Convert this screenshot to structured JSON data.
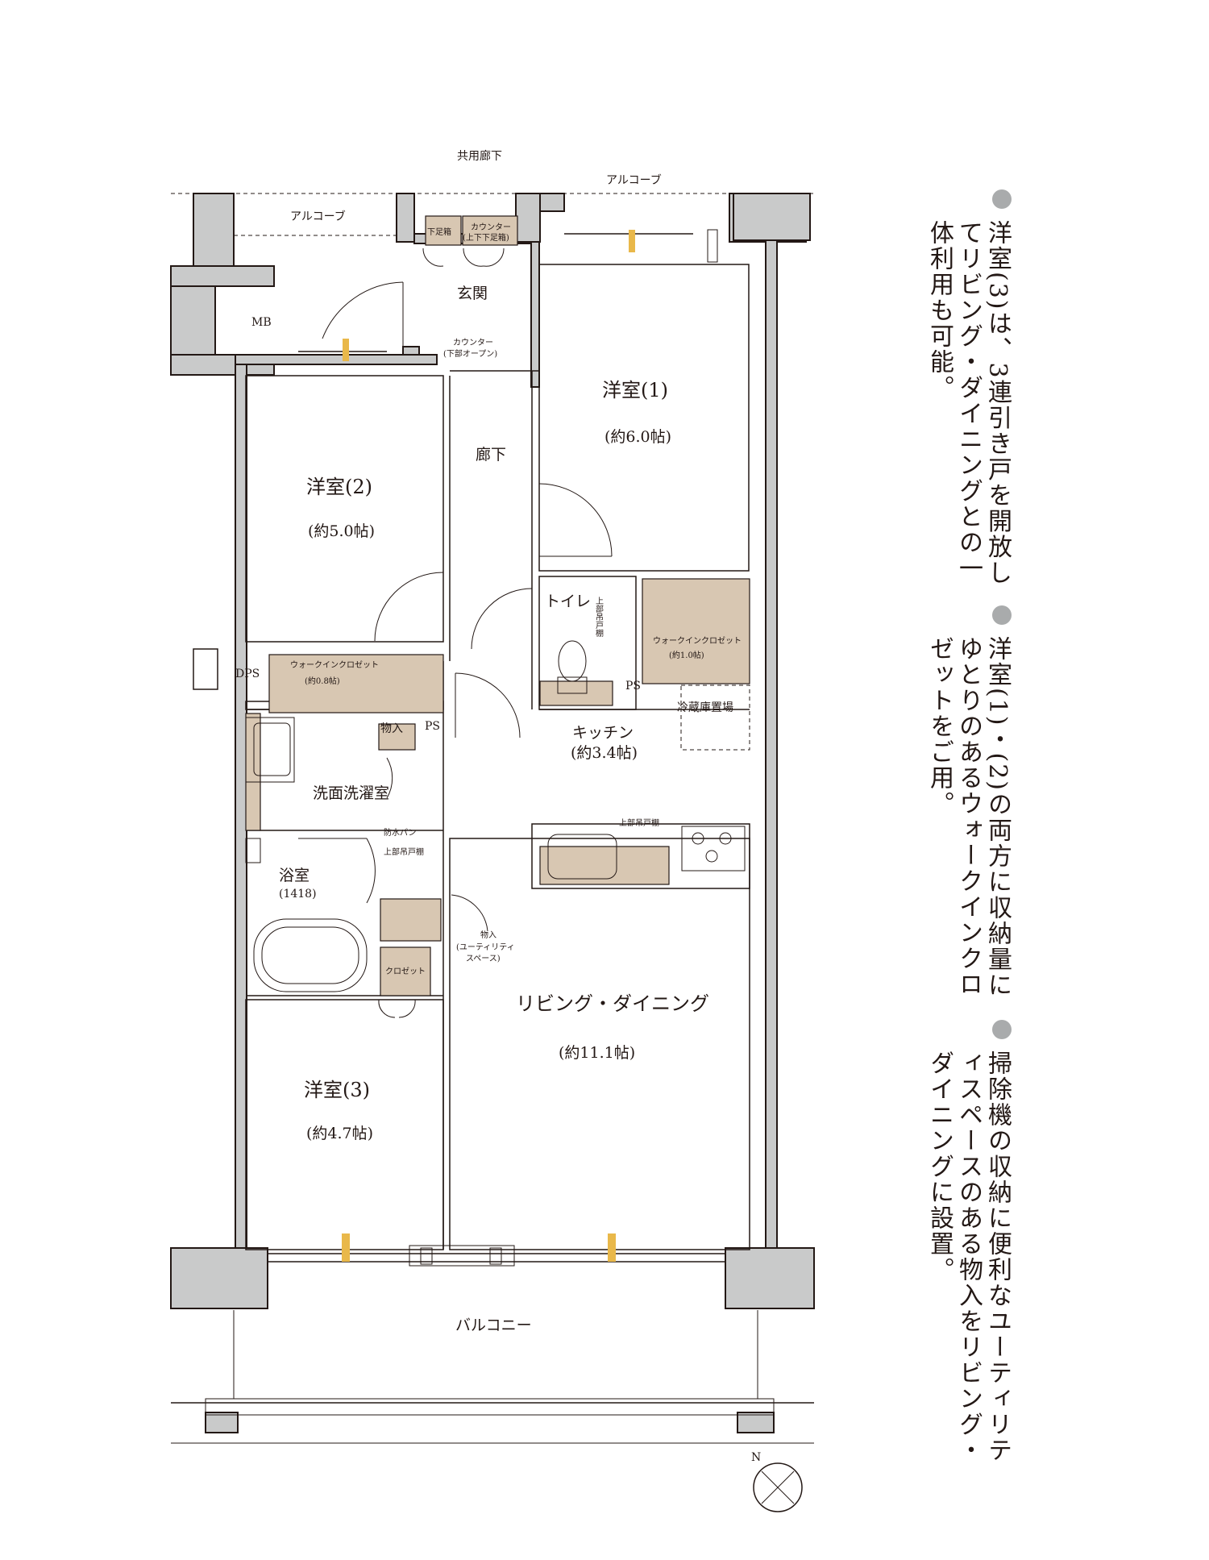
{
  "labels": {
    "corridor": "共用廊下",
    "alcove_left": "アルコーブ",
    "alcove_right": "アルコーブ",
    "mb": "MB",
    "shoe_box": "下足箱",
    "counter_top": "カウンター",
    "counter_top_sub": "(上下下足箱)",
    "entrance": "玄関",
    "counter_open": "カウンター",
    "counter_open_sub": "(下部オープン)",
    "room1_name": "洋室(1)",
    "room1_size": "(約6.0帖)",
    "hallway": "廊下",
    "room2_name": "洋室(2)",
    "room2_size": "(約5.0帖)",
    "toilet": "トイレ",
    "upper_cabinet_vertical": "上部吊戸棚",
    "wic1_name": "ウォークインクロゼット",
    "wic1_size": "(約1.0帖)",
    "wic2_name": "ウォークインクロゼット",
    "wic2_size": "(約0.8帖)",
    "dps": "DPS",
    "ps_left": "PS",
    "ps_right": "PS",
    "storage_small": "物入",
    "fridge": "冷蔵庫置場",
    "kitchen_name": "キッチン",
    "kitchen_size": "(約3.4帖)",
    "washroom": "洗面洗濯室",
    "waterproof_pan": "防水パン",
    "upper_cabinet_small": "上部吊戸棚",
    "upper_cabinet_kitchen": "上部吊戸棚",
    "bath_name": "浴室",
    "bath_size": "(1418)",
    "utility_storage": "物入",
    "utility_storage_sub1": "(ユーティリティ",
    "utility_storage_sub2": "スペース)",
    "closet": "クロゼット",
    "living_name": "リビング・ダイニング",
    "living_size": "(約11.1帖)",
    "room3_name": "洋室(3)",
    "room3_size": "(約4.7帖)",
    "balcony": "バルコニー",
    "north": "N"
  },
  "notes": [
    "洋室(3)は、3連引き戸を開放してリビング・ダイニングとの一体利用も可能。",
    "洋室(1)・(2)の両方に収納量にゆとりのあるウォークインクロゼットをご用。",
    "掃除機の収納に便利なユーティリティスペースのある物入をリビング・ダイニングに設置。"
  ],
  "colors": {
    "wall": "#c9caca",
    "line": "#231815",
    "storage_fill": "#d8c7b2",
    "window_accent": "#e9b84a",
    "window_accent2": "#8aa6c8",
    "bullet": "#a9abac"
  }
}
